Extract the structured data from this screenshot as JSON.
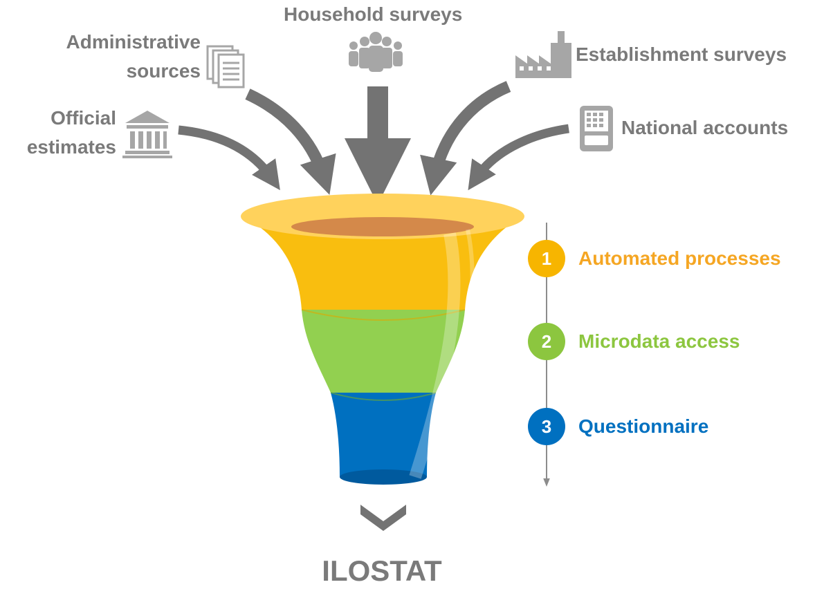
{
  "sources": {
    "household": "Household surveys",
    "administrative": [
      "Administrative",
      "sources"
    ],
    "official": [
      "Official",
      "estimates"
    ],
    "establishment": "Establishment surveys",
    "national": "National accounts"
  },
  "steps": [
    {
      "number": "1",
      "label": "Automated processes",
      "color": "#f5a623",
      "circle": "#f7b500"
    },
    {
      "number": "2",
      "label": "Microdata access",
      "color": "#8cc63f",
      "circle": "#8cc63f"
    },
    {
      "number": "3",
      "label": "Questionnaire",
      "color": "#0070c0",
      "circle": "#0070c0"
    }
  ],
  "output": "ILOSTAT",
  "colors": {
    "text_gray": "#7a7a7a",
    "icon_gray": "#a6a6a6",
    "arrow_gray": "#737373",
    "funnel_yellow": "#f9be0f",
    "funnel_green": "#92d050",
    "funnel_blue": "#0070c0",
    "funnel_rim": "#ffd25c",
    "funnel_inside": "#d4894a"
  },
  "icons": [
    "document-stack-icon",
    "people-group-icon",
    "factory-icon",
    "bank-building-icon",
    "calculator-icon"
  ]
}
